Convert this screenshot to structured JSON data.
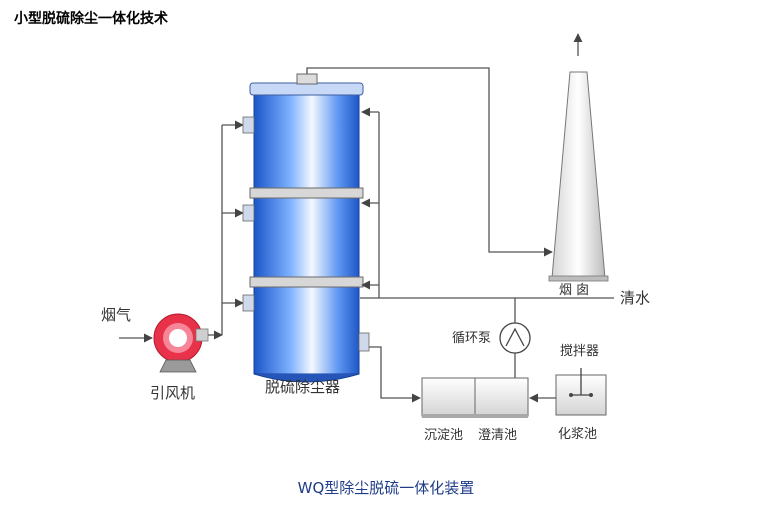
{
  "title": "小型脱硫除尘一体化技术",
  "caption": "WQ型除尘脱硫一体化装置",
  "labels": {
    "flue_gas": "烟气",
    "fan": "引风机",
    "scrubber": "脱硫除尘器",
    "chimney": "烟 囱",
    "clean_water": "清水",
    "circulation_pump": "循环泵",
    "agitator": "搅拌器",
    "settling_tank": "沉淀池",
    "clarifying_tank": "澄清池",
    "slurry_tank": "化浆池"
  },
  "colors": {
    "tower_blue": "#2f6fe0",
    "fan_red": "#e8324a",
    "caption_blue": "#1f3c88"
  }
}
